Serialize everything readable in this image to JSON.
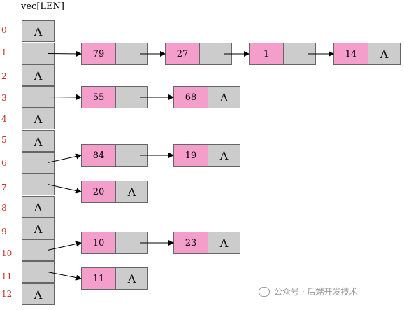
{
  "title": "vec[LEN]",
  "nil_symbol": "Λ",
  "indices": [
    "0",
    "1",
    "2",
    "3",
    "4",
    "5",
    "6",
    "7",
    "8",
    "9",
    "10",
    "11",
    "12"
  ],
  "buckets": [
    {
      "index": "0",
      "nodes": []
    },
    {
      "index": "1",
      "nodes": [
        "79",
        "27",
        "1",
        "14"
      ]
    },
    {
      "index": "2",
      "nodes": []
    },
    {
      "index": "3",
      "nodes": [
        "55",
        "68"
      ]
    },
    {
      "index": "4",
      "nodes": []
    },
    {
      "index": "5",
      "nodes": []
    },
    {
      "index": "6",
      "nodes": [
        "84",
        "19"
      ]
    },
    {
      "index": "7",
      "nodes": [
        "20"
      ]
    },
    {
      "index": "8",
      "nodes": []
    },
    {
      "index": "9",
      "nodes": []
    },
    {
      "index": "10",
      "nodes": [
        "10",
        "23"
      ]
    },
    {
      "index": "11",
      "nodes": [
        "11"
      ]
    },
    {
      "index": "12",
      "nodes": []
    }
  ],
  "watermark": "公众号 · 后端开发技术"
}
